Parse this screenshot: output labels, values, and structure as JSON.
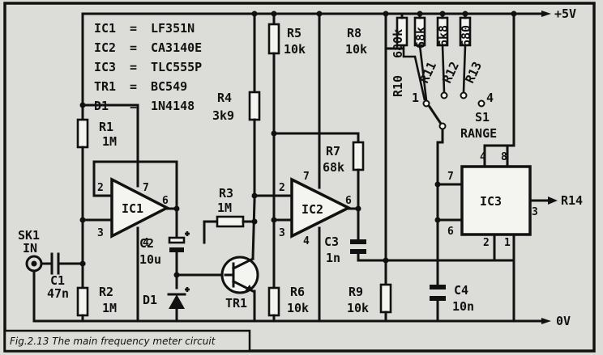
{
  "parts_list": [
    {
      "ref": "IC1",
      "value": "LF351N"
    },
    {
      "ref": "IC2",
      "value": "CA3140E"
    },
    {
      "ref": "IC3",
      "value": "TLC555P"
    },
    {
      "ref": "TR1",
      "value": "BC549"
    },
    {
      "ref": "D1",
      "value": "1N4148"
    }
  ],
  "rails": {
    "top": "+5V",
    "bottom": "0V"
  },
  "caption": "Fig.2.13  The main frequency meter circuit",
  "input": {
    "name": "SK1",
    "sub": "IN"
  },
  "output": {
    "label": "R14"
  },
  "switch": {
    "name": "S1",
    "label": "RANGE",
    "pos1": "1",
    "pos4": "4"
  },
  "components": {
    "R1": {
      "name": "R1",
      "value": "1M"
    },
    "R2": {
      "name": "R2",
      "value": "1M"
    },
    "R3": {
      "name": "R3",
      "value": "1M"
    },
    "R4": {
      "name": "R4",
      "value": "3k9"
    },
    "R5": {
      "name": "R5",
      "value": "10k"
    },
    "R6": {
      "name": "R6",
      "value": "10k"
    },
    "R7": {
      "name": "R7",
      "value": "68k"
    },
    "R8": {
      "name": "R8",
      "value": "10k"
    },
    "R9": {
      "name": "R9",
      "value": "10k"
    },
    "R10": {
      "name": "R10",
      "value": "680k"
    },
    "R11": {
      "name": "R11",
      "value": "68k"
    },
    "R12": {
      "name": "R12",
      "value": "6k8"
    },
    "R13": {
      "name": "R13",
      "value": "680"
    },
    "C1": {
      "name": "C1",
      "value": "47n"
    },
    "C2": {
      "name": "C2",
      "value": "10u"
    },
    "C3": {
      "name": "C3",
      "value": "1n"
    },
    "C4": {
      "name": "C4",
      "value": "10n"
    },
    "D1": {
      "name": "D1"
    },
    "TR1": {
      "name": "TR1"
    },
    "IC1": {
      "name": "IC1",
      "pins": {
        "inv": "2",
        "noninv": "3",
        "v": "7",
        "gnd": "4",
        "out": "6"
      }
    },
    "IC2": {
      "name": "IC2",
      "pins": {
        "inv": "2",
        "noninv": "3",
        "v": "7",
        "gnd": "4",
        "out": "6"
      }
    },
    "IC3": {
      "name": "IC3",
      "pins": {
        "p4": "4",
        "p8": "8",
        "p7": "7",
        "p6": "6",
        "p2": "2",
        "p1": "1",
        "p3": "3"
      }
    }
  }
}
